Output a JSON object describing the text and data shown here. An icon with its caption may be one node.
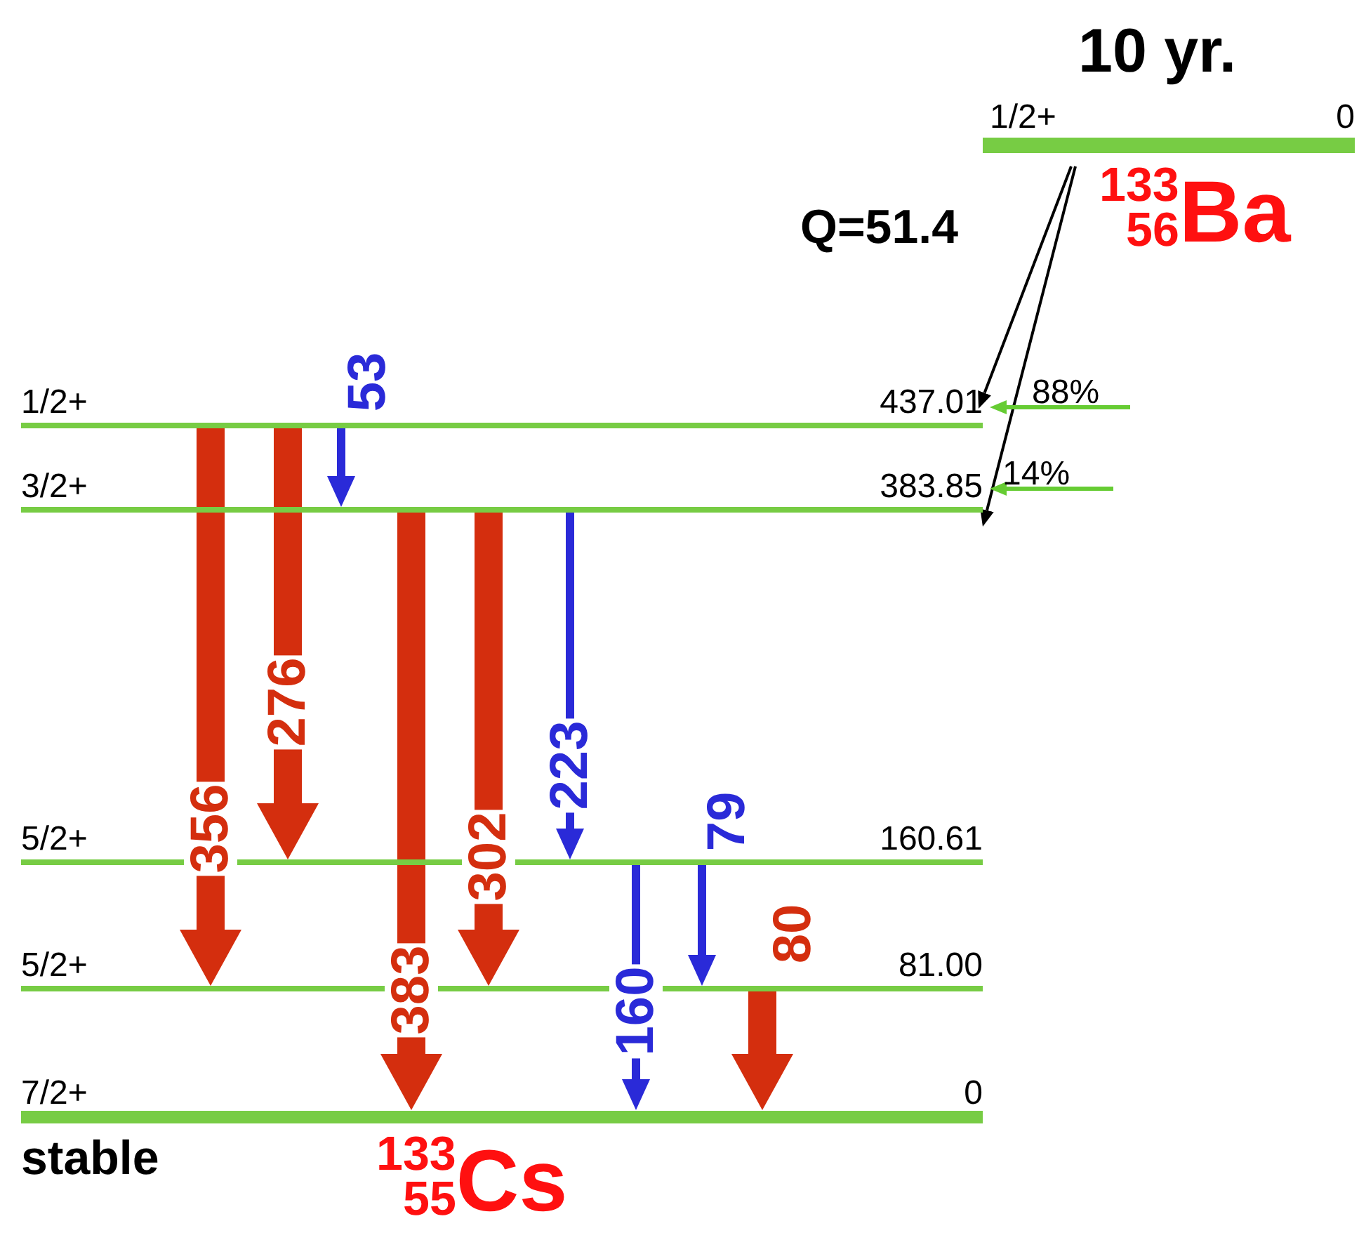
{
  "diagram": {
    "nodes": [
      {
        "text": [],
        "shape": "bar",
        "beside": [
          "10 yr.",
          "1/2+",
          "0"
        ]
      },
      {
        "text": [],
        "shape": "bar",
        "beside": [
          "1/2+",
          "437.01"
        ]
      },
      {
        "text": [],
        "shape": "bar",
        "beside": [
          "3/2+",
          "383.85"
        ]
      },
      {
        "text": [],
        "shape": "bar",
        "beside": [
          "5/2+",
          "160.61"
        ]
      },
      {
        "text": [],
        "shape": "bar",
        "beside": [
          "5/2+",
          "81.00"
        ]
      },
      {
        "text": [],
        "shape": "bar",
        "beside": [
          "7/2+",
          "0",
          "stable"
        ]
      }
    ],
    "edges": [
      {
        "from": 0,
        "to": 1,
        "arrow": "to",
        "color": "#000000"
      },
      {
        "from": 0,
        "to": 2,
        "arrow": "to",
        "color": "#000000"
      },
      {
        "from": null,
        "to": 1,
        "arrow": "to",
        "label": "88%",
        "color": "#66cc33"
      },
      {
        "from": null,
        "to": 2,
        "arrow": "to",
        "label": "14%",
        "color": "#66cc33"
      },
      {
        "from": 1,
        "to": 4,
        "arrow": "to",
        "label": "356",
        "style": "thick"
      },
      {
        "from": 1,
        "to": 3,
        "arrow": "to",
        "label": "276",
        "style": "thick"
      },
      {
        "from": 1,
        "to": 2,
        "arrow": "to",
        "label": "53",
        "color": "#2a2ad8"
      },
      {
        "from": 2,
        "to": 5,
        "arrow": "to",
        "label": "383",
        "style": "thick"
      },
      {
        "from": 2,
        "to": 4,
        "arrow": "to",
        "label": "302",
        "style": "thick"
      },
      {
        "from": 2,
        "to": 3,
        "arrow": "to",
        "label": "223",
        "color": "#2a2ad8"
      },
      {
        "from": 3,
        "to": 5,
        "arrow": "to",
        "label": "160",
        "color": "#2a2ad8"
      },
      {
        "from": 3,
        "to": 4,
        "arrow": "to",
        "label": "79",
        "color": "#2a2ad8"
      },
      {
        "from": 4,
        "to": 5,
        "arrow": "to",
        "label": "80",
        "style": "thick"
      }
    ],
    "labels": [
      "Q=51.4",
      "$^{133}$$_{56}$Ba",
      "$^{133}$$_{55}$Cs"
    ]
  }
}
